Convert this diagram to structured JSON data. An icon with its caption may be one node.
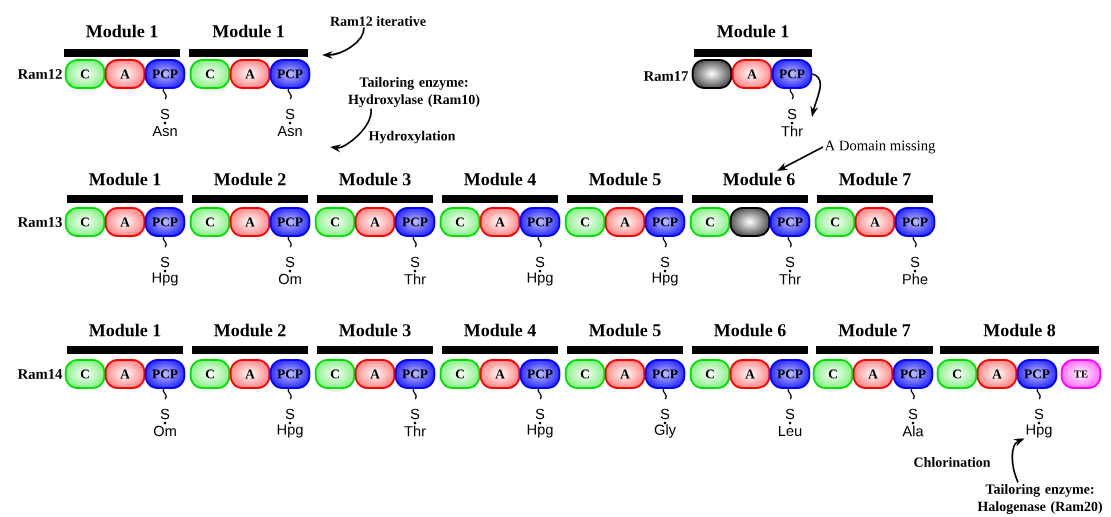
{
  "diagram": {
    "nodes": [
      {
        "text": [
          "C"
        ]
      },
      {
        "text": [
          "A"
        ]
      },
      {
        "text": [
          "PCP"
        ],
        "beside": [
          "S",
          "Asn"
        ]
      },
      {
        "text": [
          "C"
        ]
      },
      {
        "text": [
          "A"
        ]
      },
      {
        "text": [
          "PCP"
        ],
        "beside": [
          "S",
          "Asn"
        ]
      },
      {
        "text": [],
        "shape": "box"
      },
      {
        "text": [
          "A"
        ]
      },
      {
        "text": [
          "PCP"
        ],
        "beside": [
          "S",
          "Thr"
        ]
      },
      {
        "text": [
          "Ram12 iterative"
        ]
      },
      {
        "text": [
          "Tailoring enzyme: Hydroxylase (Ram10)"
        ]
      },
      {
        "text": [
          "A Domain missing"
        ]
      },
      {
        "text": [
          "C"
        ]
      },
      {
        "text": [
          "A"
        ]
      },
      {
        "text": [
          "PCP"
        ],
        "beside": [
          "S",
          "Hpg"
        ]
      },
      {
        "text": [
          "C"
        ]
      },
      {
        "text": [
          "A"
        ]
      },
      {
        "text": [
          "PCP"
        ],
        "beside": [
          "S",
          "Om"
        ]
      },
      {
        "text": [
          "C"
        ]
      },
      {
        "text": [
          "A"
        ]
      },
      {
        "text": [
          "PCP"
        ],
        "beside": [
          "S",
          "Thr"
        ]
      },
      {
        "text": [
          "C"
        ]
      },
      {
        "text": [
          "A"
        ]
      },
      {
        "text": [
          "PCP"
        ],
        "beside": [
          "S",
          "Hpg"
        ]
      },
      {
        "text": [
          "C"
        ]
      },
      {
        "text": [
          "A"
        ]
      },
      {
        "text": [
          "PCP"
        ],
        "beside": [
          "S",
          "Hpg"
        ]
      },
      {
        "text": [
          "C"
        ]
      },
      {
        "text": [],
        "shape": "box"
      },
      {
        "text": [
          "PCP"
        ],
        "beside": [
          "S",
          "Thr"
        ]
      },
      {
        "text": [
          "C"
        ]
      },
      {
        "text": [
          "A"
        ]
      },
      {
        "text": [
          "PCP"
        ],
        "beside": [
          "S",
          "Phe"
        ]
      },
      {
        "text": [
          "C"
        ]
      },
      {
        "text": [
          "A"
        ]
      },
      {
        "text": [
          "PCP"
        ],
        "beside": [
          "S",
          "Om"
        ]
      },
      {
        "text": [
          "C"
        ]
      },
      {
        "text": [
          "A"
        ]
      },
      {
        "text": [
          "PCP"
        ],
        "beside": [
          "S",
          "Hpg"
        ]
      },
      {
        "text": [
          "C"
        ]
      },
      {
        "text": [
          "A"
        ]
      },
      {
        "text": [
          "PCP"
        ],
        "beside": [
          "S",
          "Thr"
        ]
      },
      {
        "text": [
          "C"
        ]
      },
      {
        "text": [
          "A"
        ]
      },
      {
        "text": [
          "PCP"
        ],
        "beside": [
          "S",
          "Hpg"
        ]
      },
      {
        "text": [
          "C"
        ]
      },
      {
        "text": [
          "A"
        ]
      },
      {
        "text": [
          "PCP"
        ],
        "beside": [
          "S",
          "Gly"
        ]
      },
      {
        "text": [
          "C"
        ]
      },
      {
        "text": [
          "A"
        ]
      },
      {
        "text": [
          "PCP"
        ],
        "beside": [
          "S",
          "Leu"
        ]
      },
      {
        "text": [
          "C"
        ]
      },
      {
        "text": [
          "A"
        ]
      },
      {
        "text": [
          "PCP"
        ],
        "beside": [
          "S",
          "Ala"
        ]
      },
      {
        "text": [
          "C"
        ]
      },
      {
        "text": [
          "A"
        ]
      },
      {
        "text": [
          "PCP"
        ]
      },
      {
        "text": [
          "TE"
        ]
      },
      {
        "text": [
          "Tailoring enzyme: Halogenase (Ram20)"
        ]
      },
      {
        "text": [
          "Hpg"
        ]
      },
      {
        "text": [
          "Module 6"
        ]
      }
    ],
    "edges": [
      {
        "from": 9,
        "to": null,
        "arrow": "to"
      },
      {
        "from": 10,
        "to": null,
        "arrow": "to",
        "label": "Hydroxylation"
      },
      {
        "from": 8,
        "to": null,
        "arrow": "to"
      },
      {
        "from": 11,
        "to": 60,
        "arrow": "to"
      },
      {
        "from": 58,
        "to": 59,
        "arrow": "to",
        "label": "Chlorination"
      }
    ],
    "labels": [
      "Module 1",
      "Module 1",
      "Module 1",
      "Ram12",
      "Ram17",
      "Module 1",
      "Module 2",
      "Module 3",
      "Module 4",
      "Module 5",
      "Module 7",
      "Ram13",
      "Module 1",
      "Module 2",
      "Module 3",
      "Module 4",
      "Module 5",
      "Module 6",
      "Module 7",
      "Module 8",
      "Ram14",
      "S"
    ]
  }
}
